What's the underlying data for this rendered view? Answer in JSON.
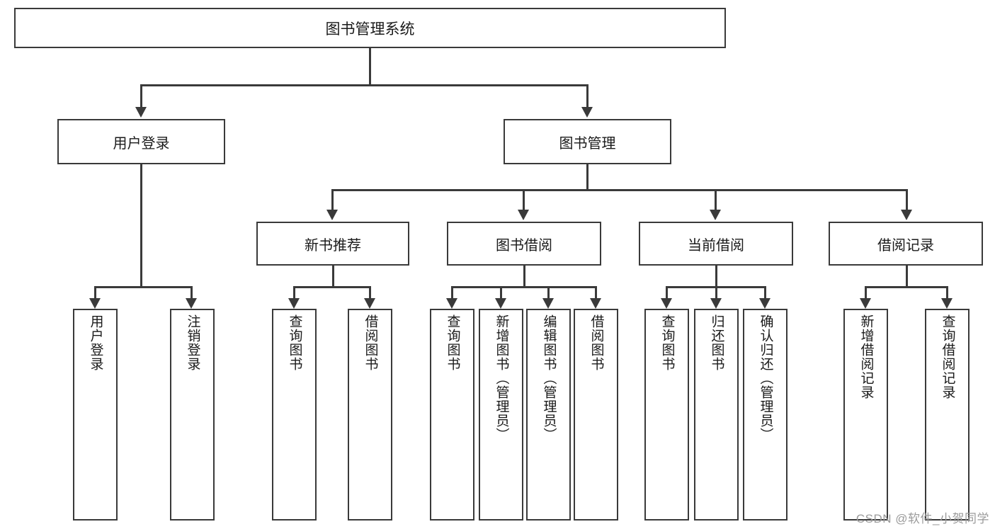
{
  "diagram": {
    "title": "图书管理系统",
    "type": "功能结构图",
    "watermark": "CSDN @软件_小贺同学",
    "colors": {
      "stroke": "#3a3a3a",
      "fill": "#ffffff",
      "text": "#1a1a1a",
      "watermark": "#9b9b9b"
    }
  },
  "root": {
    "label": "图书管理系统"
  },
  "level2": [
    {
      "label": "用户登录"
    },
    {
      "label": "图书管理"
    }
  ],
  "level3": [
    {
      "label": "新书推荐"
    },
    {
      "label": "图书借阅"
    },
    {
      "label": "当前借阅"
    },
    {
      "label": "借阅记录"
    }
  ],
  "leaves": {
    "user_login": [
      {
        "label": "用户登录"
      },
      {
        "label": "注销登录"
      }
    ],
    "new_book_recommend": [
      {
        "label": "查询图书"
      },
      {
        "label": "借阅图书"
      }
    ],
    "book_borrow": [
      {
        "label": "查询图书"
      },
      {
        "label": "新增图书（管理员）"
      },
      {
        "label": "编辑图书（管理员）"
      },
      {
        "label": "借阅图书"
      }
    ],
    "current_borrow": [
      {
        "label": "查询图书"
      },
      {
        "label": "归还图书"
      },
      {
        "label": "确认归还（管理员）"
      }
    ],
    "borrow_record": [
      {
        "label": "新增借阅记录"
      },
      {
        "label": "查询借阅记录"
      }
    ]
  }
}
